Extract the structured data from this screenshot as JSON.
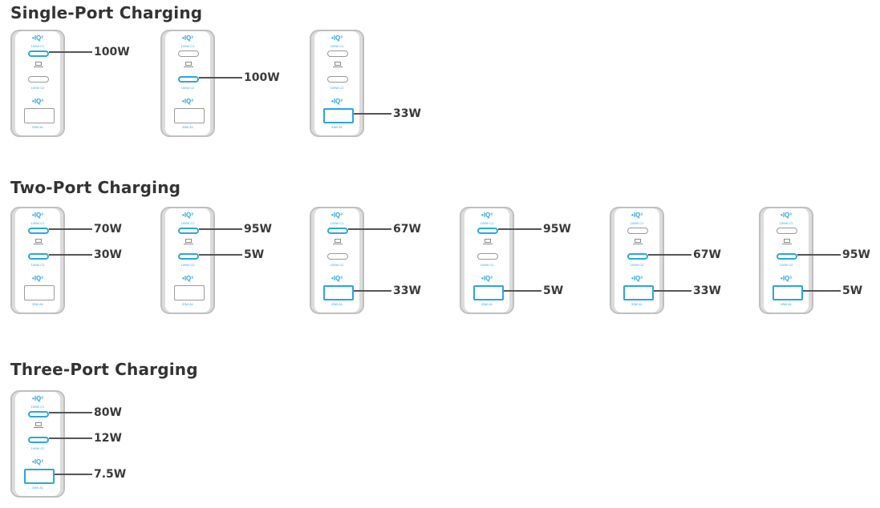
{
  "sections": [
    {
      "title": "Single-Port Charging",
      "configs": [
        {
          "c1": "100W",
          "c2": "",
          "a1": ""
        },
        {
          "c1": "",
          "c2": "100W",
          "a1": ""
        },
        {
          "c1": "",
          "c2": "",
          "a1": "33W"
        }
      ]
    },
    {
      "title": "Two-Port Charging",
      "configs": [
        {
          "c1": "70W",
          "c2": "30W",
          "a1": ""
        },
        {
          "c1": "95W",
          "c2": "5W",
          "a1": ""
        },
        {
          "c1": "67W",
          "c2": "",
          "a1": "33W"
        },
        {
          "c1": "95W",
          "c2": "",
          "a1": "5W"
        },
        {
          "c1": "",
          "c2": "67W",
          "a1": "33W"
        },
        {
          "c1": "",
          "c2": "95W",
          "a1": "5W"
        }
      ]
    },
    {
      "title": "Three-Port Charging",
      "configs": [
        {
          "c1": "80W",
          "c2": "12W",
          "a1": "7.5W"
        }
      ]
    }
  ],
  "charger": {
    "iq_label": "•IQ³",
    "c1_label": "100W C1",
    "c2_label": "100W C2",
    "a1_label": "33W A1"
  },
  "colors": {
    "accent": "#2aa6e0",
    "port_idle": "#9a9a9a",
    "text": "#333333"
  }
}
